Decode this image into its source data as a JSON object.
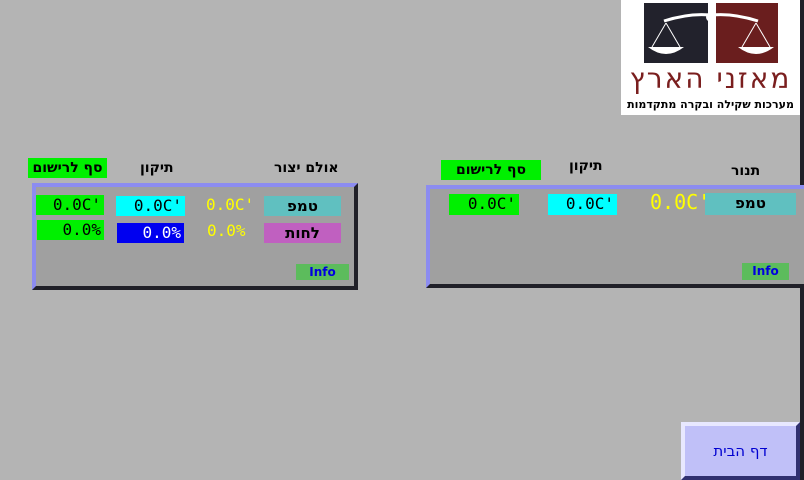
{
  "logo": {
    "title": "מאזני הארץ",
    "subtitle": "מערכות שקילה ובקרה מתקדמות"
  },
  "production_hall": {
    "title": "אולם יצור",
    "correction_label": "תיקון",
    "threshold_label": "סף לרישום",
    "rows": [
      {
        "label": "טמפ",
        "reading": "0.0C'",
        "correction": "0.0C'",
        "threshold": "0.0C'"
      },
      {
        "label": "לחות",
        "reading": "0.0%",
        "correction": "0.0%",
        "threshold": "0.0%"
      }
    ],
    "info": "Info"
  },
  "oven": {
    "title": "תנור",
    "correction_label": "תיקון",
    "threshold_label": "סף לרישום",
    "rows": [
      {
        "label": "טמפ",
        "reading": "0.0C'",
        "correction": "0.0C'",
        "threshold": "0.0C'"
      }
    ],
    "info": "Info"
  },
  "home_button": "דף הבית"
}
